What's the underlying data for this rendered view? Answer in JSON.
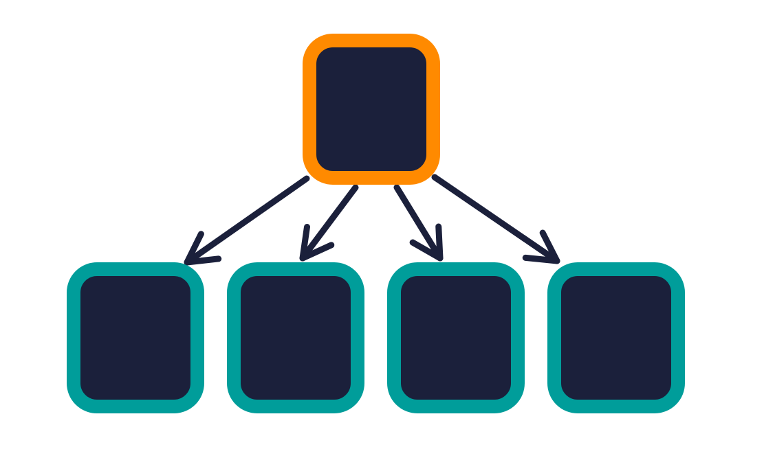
{
  "diagram": {
    "type": "tree",
    "colors": {
      "background": "#ffffff",
      "node_fill": "#1b203b",
      "root_border": "#ff8a00",
      "child_border": "#009d9a",
      "arrow": "#1b203b"
    },
    "root": {
      "id": "root"
    },
    "children": [
      {
        "id": "child-1"
      },
      {
        "id": "child-2"
      },
      {
        "id": "child-3"
      },
      {
        "id": "child-4"
      }
    ],
    "edges": [
      {
        "from": "root",
        "to": "child-1"
      },
      {
        "from": "root",
        "to": "child-2"
      },
      {
        "from": "root",
        "to": "child-3"
      },
      {
        "from": "root",
        "to": "child-4"
      }
    ]
  }
}
